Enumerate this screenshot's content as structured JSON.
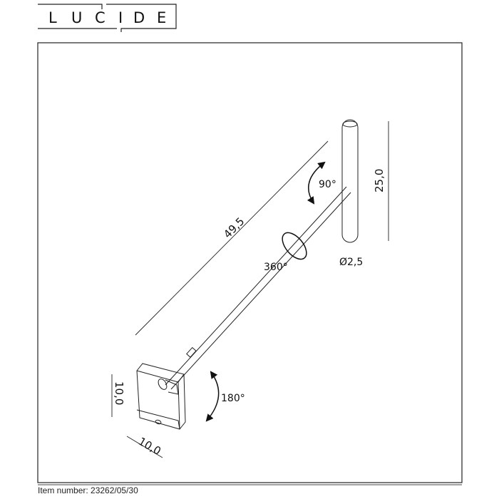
{
  "logo": {
    "text": "LUCIDE",
    "letters": [
      "L",
      "U",
      "C",
      "I",
      "D",
      "E"
    ]
  },
  "drawing": {
    "dimensions": {
      "arm_length": "49,5",
      "head_height": "25,0",
      "head_diameter": "Ø2,5",
      "base_height": "10,0",
      "base_width": "10,0"
    },
    "rotations": {
      "head_tilt": "90°",
      "arm_rotation": "360°",
      "base_rotation": "180°"
    }
  },
  "footer": {
    "item_number": "Item number: 23262/05/30"
  }
}
